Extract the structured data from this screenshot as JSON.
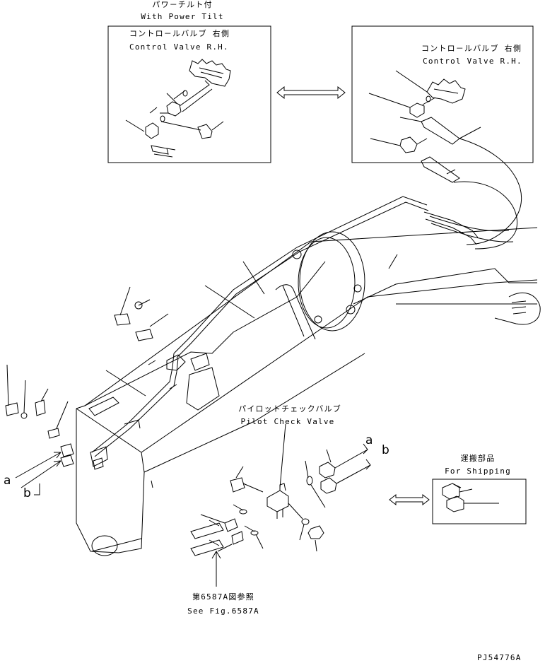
{
  "top_title": {
    "jp": "パワ－チルト付",
    "en": "With Power Tilt"
  },
  "inset_left": {
    "jp": "コントロ－ルバルブ 右側",
    "en": "Control Valve R.H."
  },
  "inset_right": {
    "jp": "コントロ－ルバルブ 右側",
    "en": "Control Valve R.H."
  },
  "pilot_check_valve": {
    "jp": "パイロットチェックバルブ",
    "en": "Pilot Check Valve"
  },
  "for_shipping": {
    "jp": "運搬部品",
    "en": "For Shipping"
  },
  "see_fig": {
    "jp": "第6587A図参照",
    "en": "See Fig.6587A"
  },
  "markers": {
    "a_left": "a",
    "b_left": "b",
    "a_right": "a",
    "b_right": "b"
  },
  "drawing_number": "PJ54776A"
}
